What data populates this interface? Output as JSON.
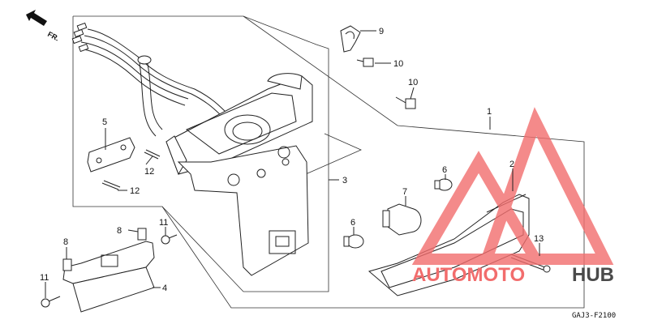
{
  "orientation_label": "FR.",
  "diagram_code": "GAJ3-F2100",
  "callouts": [
    {
      "id": "1",
      "label": "1"
    },
    {
      "id": "2",
      "label": "2"
    },
    {
      "id": "3",
      "label": "3"
    },
    {
      "id": "4",
      "label": "4"
    },
    {
      "id": "5",
      "label": "5"
    },
    {
      "id": "6a",
      "label": "6"
    },
    {
      "id": "6b",
      "label": "6"
    },
    {
      "id": "7",
      "label": "7"
    },
    {
      "id": "8a",
      "label": "8"
    },
    {
      "id": "8b",
      "label": "8"
    },
    {
      "id": "9",
      "label": "9"
    },
    {
      "id": "10a",
      "label": "10"
    },
    {
      "id": "10b",
      "label": "10"
    },
    {
      "id": "11a",
      "label": "11"
    },
    {
      "id": "11b",
      "label": "11"
    },
    {
      "id": "12a",
      "label": "12"
    },
    {
      "id": "12b",
      "label": "12"
    },
    {
      "id": "13",
      "label": "13"
    }
  ],
  "watermark": {
    "text_a": "AUTOMOTO",
    "text_b": "HUB",
    "color_a": "#f26d6d",
    "color_b": "#4a4a4a",
    "logo_color": "#f26d6d"
  },
  "colors": {
    "line": "#222222",
    "background": "#ffffff"
  }
}
